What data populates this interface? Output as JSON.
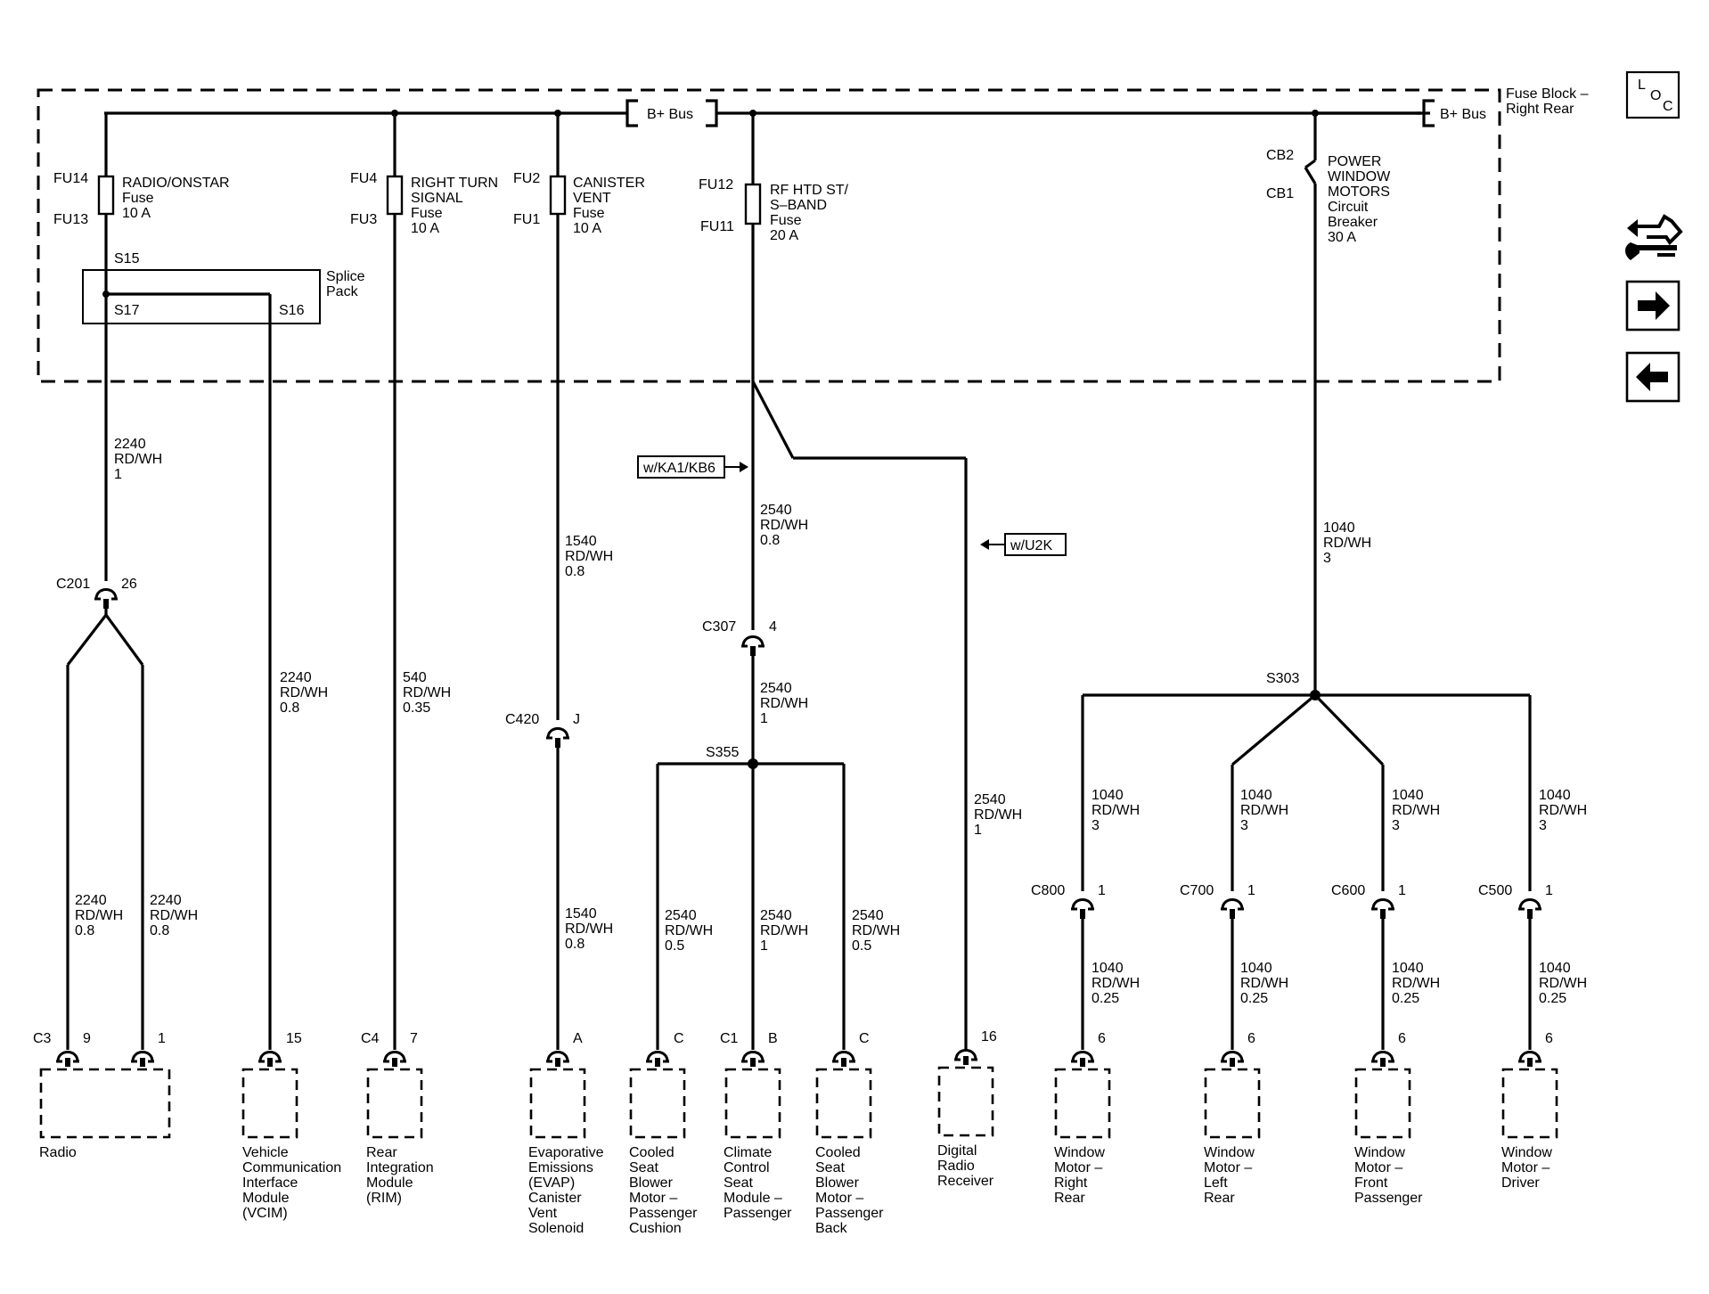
{
  "fuse_block": {
    "title_line1": "Fuse Block –",
    "title_line2": "Right Rear",
    "bus_label": "B+ Bus"
  },
  "nav": {
    "loc_l": "L",
    "loc_o": "O",
    "loc_c": "C",
    "icons": [
      "loc-icon",
      "connector-view-icon",
      "next-page-icon",
      "previous-page-icon"
    ]
  },
  "fuses": {
    "fu14": "FU14",
    "fu13": "FU13",
    "radio_l1": "RADIO/ONSTAR",
    "radio_l2": "Fuse",
    "radio_l3": "10 A",
    "fu4": "FU4",
    "fu3": "FU3",
    "turn_l1": "RIGHT TURN",
    "turn_l2": "SIGNAL",
    "turn_l3": "Fuse",
    "turn_l4": "10 A",
    "fu2": "FU2",
    "fu1": "FU1",
    "can_l1": "CANISTER",
    "can_l2": "VENT",
    "can_l3": "Fuse",
    "can_l4": "10 A",
    "fu12": "FU12",
    "fu11": "FU11",
    "rf_l1": "RF HTD ST/",
    "rf_l2": "S–BAND",
    "rf_l3": "Fuse",
    "rf_l4": "20 A",
    "cb2": "CB2",
    "cb1": "CB1",
    "pw_l1": "POWER",
    "pw_l2": "WINDOW",
    "pw_l3": "MOTORS",
    "pw_l4": "Circuit",
    "pw_l5": "Breaker",
    "pw_l6": "30 A"
  },
  "splice_pack": {
    "s15": "S15",
    "s16": "S16",
    "s17": "S17",
    "label1": "Splice",
    "label2": "Pack"
  },
  "options": {
    "ka1": "w/KA1/KB6",
    "u2k": "w/U2K"
  },
  "splices": {
    "s303": "S303",
    "s355": "S355"
  },
  "connectors": {
    "c201": "C201",
    "c201_pin": "26",
    "c307": "C307",
    "c307_pin": "4",
    "c420": "C420",
    "c420_pin": "J",
    "c800": "C800",
    "c700": "C700",
    "c600": "C600",
    "c500": "C500",
    "pin1": "1"
  },
  "wires": {
    "w_2240_1": [
      "2240",
      "RD/WH",
      "1"
    ],
    "w_2240_08": [
      "2240",
      "RD/WH",
      "0.8"
    ],
    "w_540": [
      "540",
      "RD/WH",
      "0.35"
    ],
    "w_1540": [
      "1540",
      "RD/WH",
      "0.8"
    ],
    "w_2540_08": [
      "2540",
      "RD/WH",
      "0.8"
    ],
    "w_2540_1": [
      "2540",
      "RD/WH",
      "1"
    ],
    "w_2540_05": [
      "2540",
      "RD/WH",
      "0.5"
    ],
    "w_1040_3": [
      "1040",
      "RD/WH",
      "3"
    ],
    "w_1040_025": [
      "1040",
      "RD/WH",
      "0.25"
    ]
  },
  "components": [
    {
      "conn": "C3",
      "pins": [
        "9",
        "1"
      ],
      "name": [
        "Radio"
      ]
    },
    {
      "conn": "",
      "pins": [
        "15"
      ],
      "name": [
        "Vehicle",
        "Communication",
        "Interface",
        "Module",
        "(VCIM)"
      ]
    },
    {
      "conn": "C4",
      "pins": [
        "7"
      ],
      "name": [
        "Rear",
        "Integration",
        "Module",
        "(RIM)"
      ]
    },
    {
      "conn": "",
      "pins": [
        "A"
      ],
      "name": [
        "Evaporative",
        "Emissions",
        "(EVAP)",
        "Canister",
        "Vent",
        "Solenoid"
      ]
    },
    {
      "conn": "",
      "pins": [
        "C"
      ],
      "name": [
        "Cooled",
        "Seat",
        "Blower",
        "Motor –",
        "Passenger",
        "Cushion"
      ]
    },
    {
      "conn": "C1",
      "pins": [
        "B"
      ],
      "name": [
        "Climate",
        "Control",
        "Seat",
        "Module –",
        "Passenger"
      ]
    },
    {
      "conn": "",
      "pins": [
        "C"
      ],
      "name": [
        "Cooled",
        "Seat",
        "Blower",
        "Motor –",
        "Passenger",
        "Back"
      ]
    },
    {
      "conn": "",
      "pins": [
        "16"
      ],
      "name": [
        "Digital",
        "Radio",
        "Receiver"
      ]
    },
    {
      "conn": "",
      "pins": [
        "6"
      ],
      "name": [
        "Window",
        "Motor –",
        "Right",
        "Rear"
      ]
    },
    {
      "conn": "",
      "pins": [
        "6"
      ],
      "name": [
        "Window",
        "Motor –",
        "Left",
        "Rear"
      ]
    },
    {
      "conn": "",
      "pins": [
        "6"
      ],
      "name": [
        "Window",
        "Motor –",
        "Front",
        "Passenger"
      ]
    },
    {
      "conn": "",
      "pins": [
        "6"
      ],
      "name": [
        "Window",
        "Motor –",
        "Driver"
      ]
    }
  ]
}
